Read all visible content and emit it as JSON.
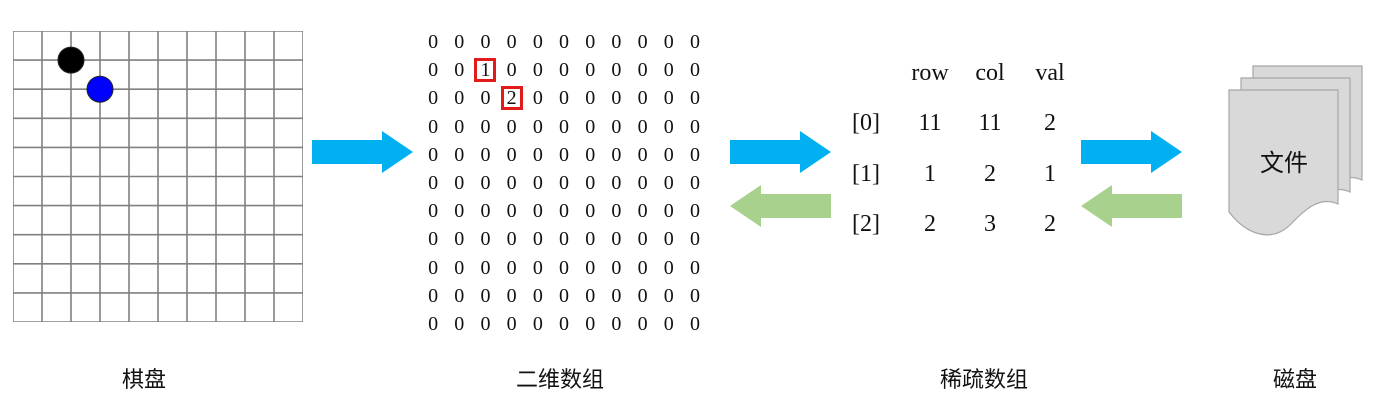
{
  "board": {
    "cells": 10,
    "stones": [
      {
        "row": 1,
        "col": 2,
        "color": "#000000"
      },
      {
        "row": 2,
        "col": 3,
        "color": "#0000ff"
      }
    ]
  },
  "matrix": {
    "rows": [
      [
        0,
        0,
        0,
        0,
        0,
        0,
        0,
        0,
        0,
        0,
        0
      ],
      [
        0,
        0,
        1,
        0,
        0,
        0,
        0,
        0,
        0,
        0,
        0
      ],
      [
        0,
        0,
        0,
        2,
        0,
        0,
        0,
        0,
        0,
        0,
        0
      ],
      [
        0,
        0,
        0,
        0,
        0,
        0,
        0,
        0,
        0,
        0,
        0
      ],
      [
        0,
        0,
        0,
        0,
        0,
        0,
        0,
        0,
        0,
        0,
        0
      ],
      [
        0,
        0,
        0,
        0,
        0,
        0,
        0,
        0,
        0,
        0,
        0
      ],
      [
        0,
        0,
        0,
        0,
        0,
        0,
        0,
        0,
        0,
        0,
        0
      ],
      [
        0,
        0,
        0,
        0,
        0,
        0,
        0,
        0,
        0,
        0,
        0
      ],
      [
        0,
        0,
        0,
        0,
        0,
        0,
        0,
        0,
        0,
        0,
        0
      ],
      [
        0,
        0,
        0,
        0,
        0,
        0,
        0,
        0,
        0,
        0,
        0
      ],
      [
        0,
        0,
        0,
        0,
        0,
        0,
        0,
        0,
        0,
        0,
        0
      ]
    ],
    "highlight": [
      [
        1,
        2
      ],
      [
        2,
        3
      ]
    ],
    "highlight_color": "#e21a1a"
  },
  "sparse": {
    "headers": [
      "row",
      "col",
      "val"
    ],
    "rows": [
      {
        "index": "[0]",
        "values": [
          "11",
          "11",
          "2"
        ]
      },
      {
        "index": "[1]",
        "values": [
          "1",
          "2",
          "1"
        ]
      },
      {
        "index": "[2]",
        "values": [
          "2",
          "3",
          "2"
        ]
      }
    ]
  },
  "file": {
    "label": "文件"
  },
  "captions": {
    "board": "棋盘",
    "matrix": "二维数组",
    "sparse": "稀疏数组",
    "disk": "磁盘"
  },
  "colors": {
    "forward_arrow": "#00b0f0",
    "backward_arrow": "#a9d18e",
    "grid": "#808080",
    "file_fill": "#d9d9d9"
  }
}
